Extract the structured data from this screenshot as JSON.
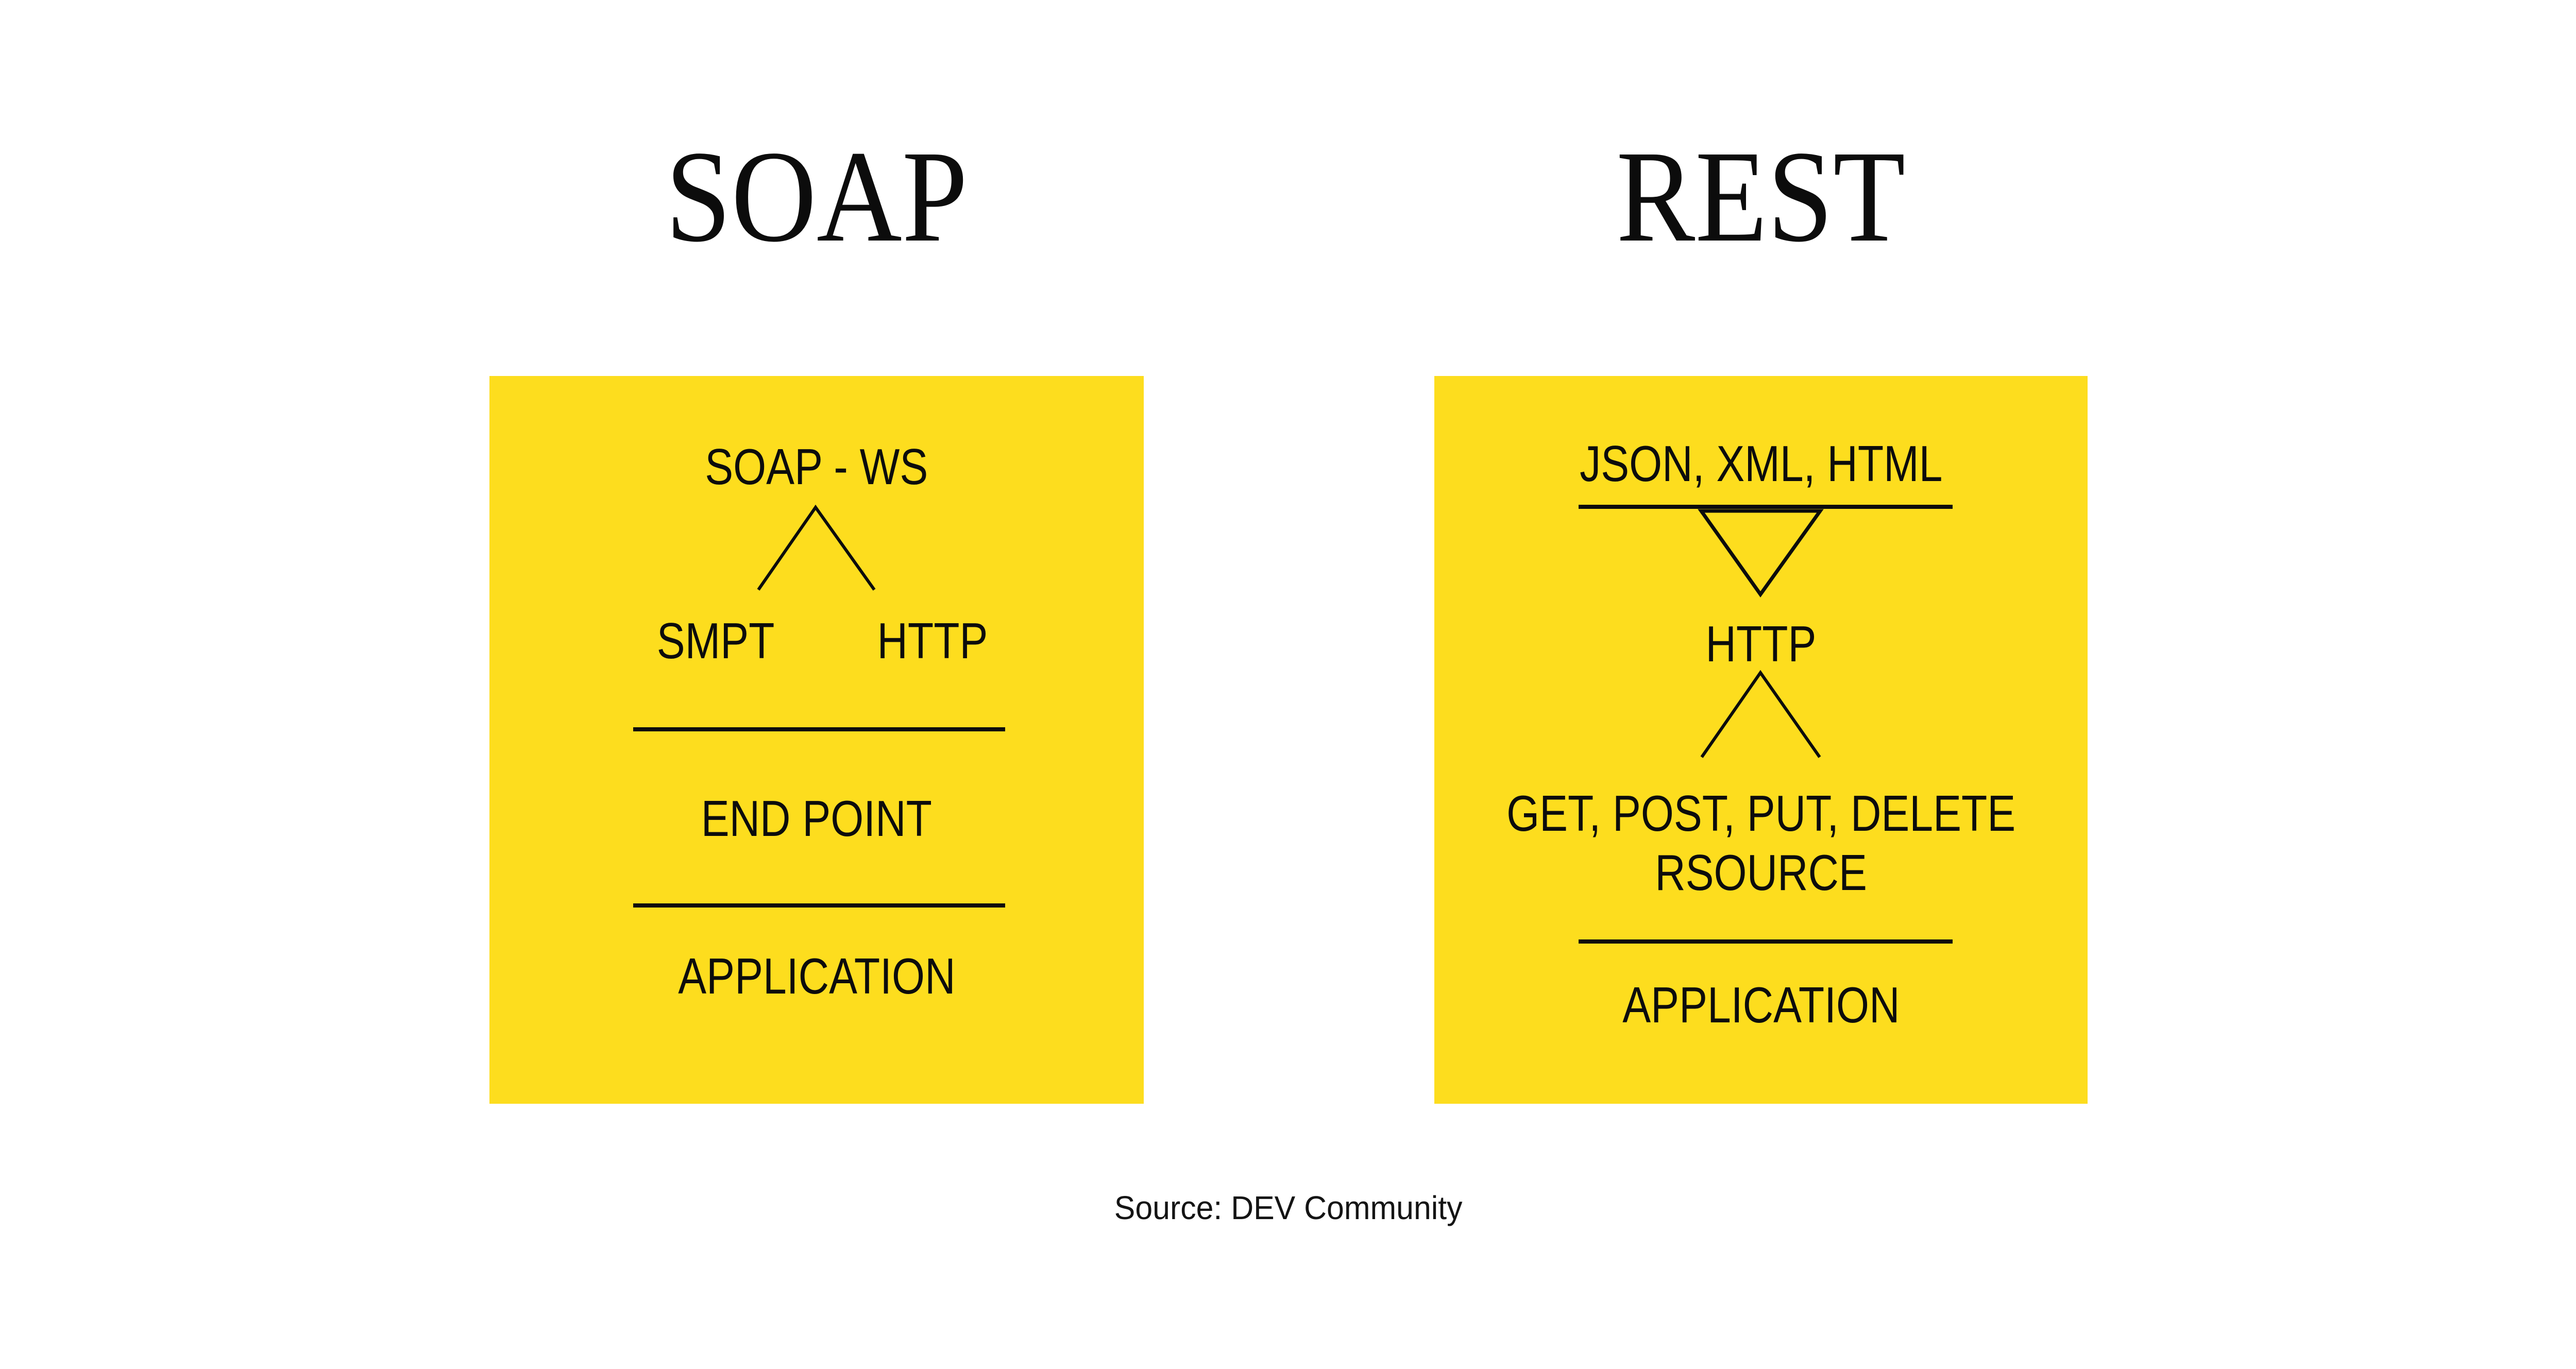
{
  "page": {
    "background": "#ffffff",
    "ink": "#0c0c0c",
    "box_yellow": "#fddd1e"
  },
  "titles": {
    "left": "SOAP",
    "right": "REST"
  },
  "soap_box": {
    "top_label": "SOAP - WS",
    "left_protocol": "SMPT",
    "right_protocol": "HTTP",
    "endpoint_label": "END POINT",
    "application_label": "APPLICATION"
  },
  "rest_box": {
    "formats_label": "JSON, XML, HTML",
    "protocol_label": "HTTP",
    "methods_label": "GET, POST, PUT, DELETE",
    "resource_label": "RSOURCE",
    "application_label": "APPLICATION"
  },
  "footer": {
    "source": "Source: DEV Community"
  }
}
